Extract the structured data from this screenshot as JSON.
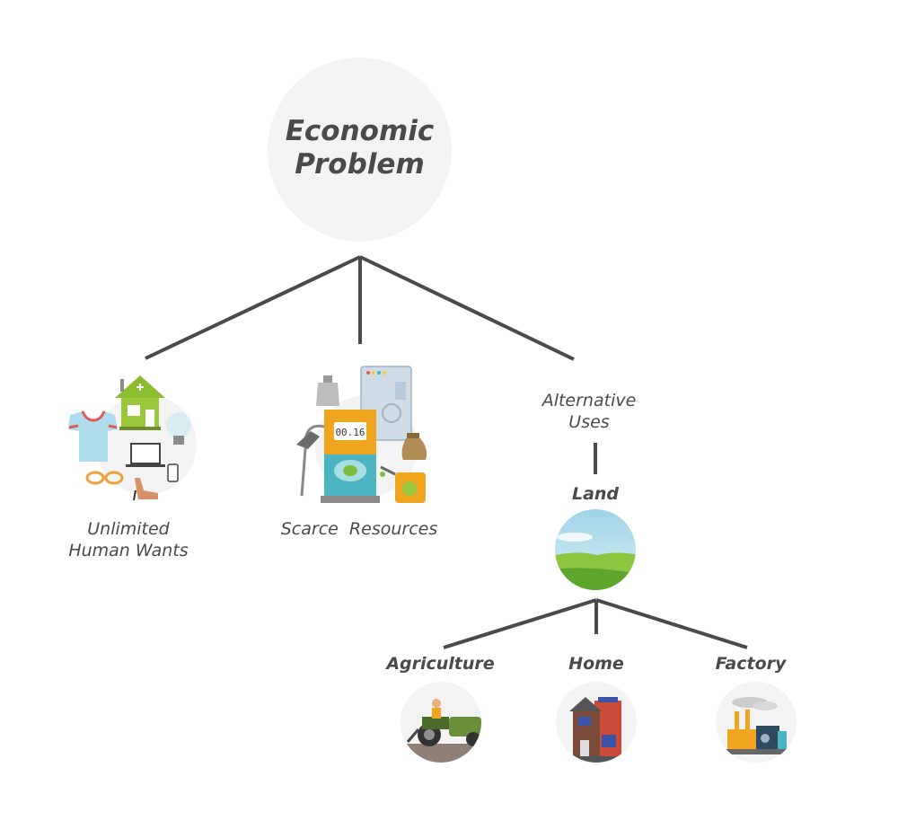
{
  "root": {
    "line1": "Economic",
    "line2": "Problem"
  },
  "branches": {
    "wants": {
      "line1": "Unlimited",
      "line2": "Human Wants"
    },
    "resources": {
      "label": "Scarce  Resources"
    },
    "alternative": {
      "line1": "Alternative",
      "line2": "Uses"
    }
  },
  "land": {
    "label": "Land"
  },
  "uses": {
    "agriculture": "Agriculture",
    "home": "Home",
    "factory": "Factory"
  },
  "resources_pump": {
    "meter_reading": "00.16"
  },
  "colors": {
    "line": "#4a4a4a",
    "text": "#4a4a4a",
    "circle_bg": "#f3f3f3",
    "house_green": "#9ac83d",
    "pump_orange": "#f0a520",
    "pump_teal": "#4bb5c1"
  }
}
